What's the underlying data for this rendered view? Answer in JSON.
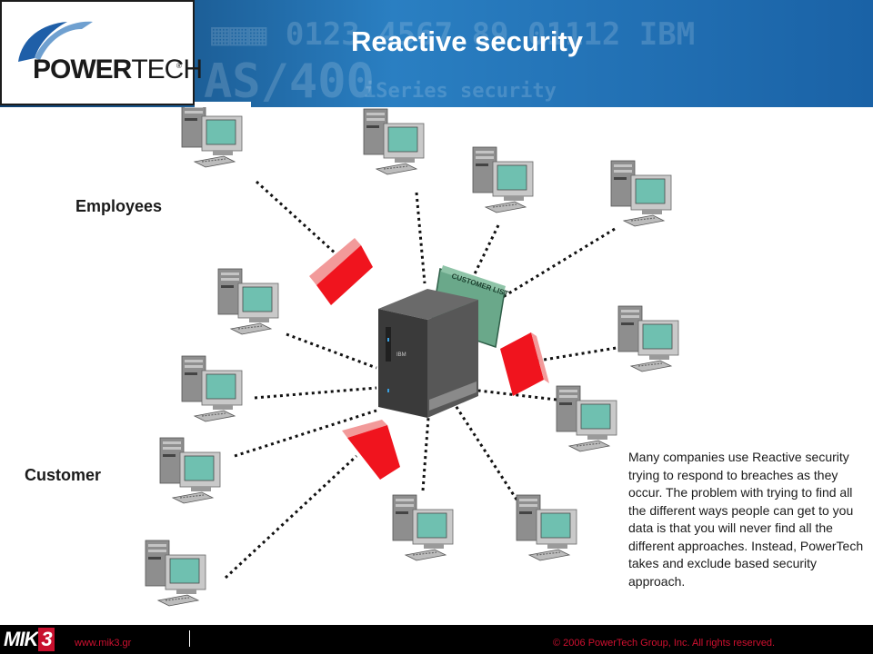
{
  "header": {
    "title": "Reactive security",
    "logo_text_power": "POWER",
    "logo_text_tech": "TECH",
    "logo_reg": "®"
  },
  "labels": {
    "employees": "Employees",
    "customer": "Customer",
    "customer_list": "CUSTOMER LIST",
    "server_brand": "IBM"
  },
  "note": "Many companies use Reactive security trying to respond to breaches as they occur.  The problem with trying to find all the different ways people can get to you data is that you will never find all the different approaches. Instead, PowerTech takes and exclude based security approach.",
  "footer": {
    "logo_mik": "MIK",
    "logo_three": "3",
    "website": "www.mik3.gr",
    "copyright": "© 2006 PowerTech Group, Inc. All rights reserved."
  },
  "colors": {
    "header_blue": "#2a7fc2",
    "firewall_red": "#f0141e",
    "firewall_light": "#f29a9a",
    "monitor_screen": "#6fc0b0",
    "customer_list_green": "#6aa88a",
    "footer_text_red": "#d01030"
  },
  "icons": {
    "workstation": "computer-workstation-icon",
    "server": "server-tower-icon",
    "firewall": "firewall-block-icon",
    "document": "customer-list-document-icon",
    "logo_swoosh": "swoosh-arrow-icon"
  }
}
